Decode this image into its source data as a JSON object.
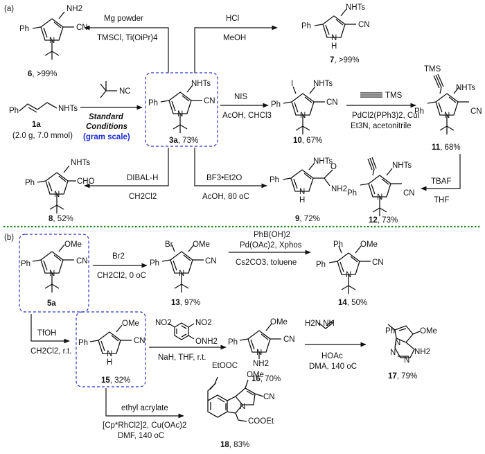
{
  "panels": {
    "a": "(a)",
    "b": "(b)"
  },
  "atoms": {
    "NH2": "NH2",
    "NHTs": "NHTs",
    "CN": "CN",
    "Ph": "Ph",
    "N": "N",
    "H": "H",
    "I": "I",
    "TMS": "TMS",
    "CHO": "CHO",
    "O": "O",
    "OMe": "OMe",
    "Br": "Br",
    "NC": "NC",
    "N_Ph": "N"
  },
  "reagents": {
    "mg_line1": "Mg powder",
    "mg_line2": "TMSCl, Ti(OiPr)4",
    "hcl_line1": "HCl",
    "hcl_line2": "MeOH",
    "std_line1": "Standard",
    "std_line2": "Conditions",
    "std_line3": "(gram scale)",
    "nis_line1": "NIS",
    "nis_line2": "AcOH, CHCl3",
    "sono_line1": "PdCl2(PPh3)2, CuI",
    "sono_line2": "Et3N, acetonitrile",
    "dibal_line1": "DIBAL-H",
    "dibal_line2": "CH2Cl2",
    "bf3_line1": "BF3•Et2O",
    "bf3_line2": "AcOH, 80 oC",
    "tbaf_line1": "TBAF",
    "tbaf_line2": "THF",
    "br2_line1": "Br2",
    "br2_line2": "CH2Cl2, 0 oC",
    "suzuki_line1": "PhB(OH)2",
    "suzuki_line2": "Pd(OAc)2, Xphos",
    "suzuki_line3": "Cs2CO3, toluene",
    "tfoh_line1": "TfOH",
    "tfoh_line2": "CH2Cl2, r.t.",
    "amin_line1": "NaH, THF, r.t.",
    "amin_no2a": "NO2",
    "amin_no2b": "NO2",
    "amin_onh2": "ONH2",
    "form_line1": "HOAc",
    "form_line2": "DMA, 140 oC",
    "ea_line1": "ethyl acrylate",
    "ea_line2": "[Cp*RhCl2]2, Cu(OAc)2",
    "ea_line3": "DMF, 140 oC",
    "formamidine": "H2N   NH",
    "tms_alkyne": "TMS",
    "etooc": "EtOOC",
    "cooet": "COOEt"
  },
  "compounds": {
    "c6": {
      "num": "6",
      "yield": ", >99%"
    },
    "c7": {
      "num": "7",
      "yield": ", >99%"
    },
    "c1a": {
      "num": "1a",
      "amount": "(2.0 g, 7.0 mmol)"
    },
    "c3a": {
      "num": "3a",
      "yield": ", 73%"
    },
    "c10": {
      "num": "10",
      "yield": ", 67%"
    },
    "c11": {
      "num": "11",
      "yield": ", 68%"
    },
    "c8": {
      "num": "8",
      "yield": ", 52%"
    },
    "c9": {
      "num": "9",
      "yield": ", 72%"
    },
    "c12": {
      "num": "12",
      "yield": ", 73%"
    },
    "c5a": {
      "num": "5a"
    },
    "c13": {
      "num": "13",
      "yield": ", 97%"
    },
    "c14": {
      "num": "14",
      "yield": ", 50%"
    },
    "c15": {
      "num": "15",
      "yield": ", 32%"
    },
    "c16": {
      "num": "16",
      "yield": ", 70%"
    },
    "c17": {
      "num": "17",
      "yield": ", 79%"
    },
    "c18": {
      "num": "18",
      "yield": ", 83%"
    }
  },
  "colors": {
    "box": "#2a33c9",
    "divider": "#1f8a1f",
    "gram_scale": "#1c2bd6"
  }
}
